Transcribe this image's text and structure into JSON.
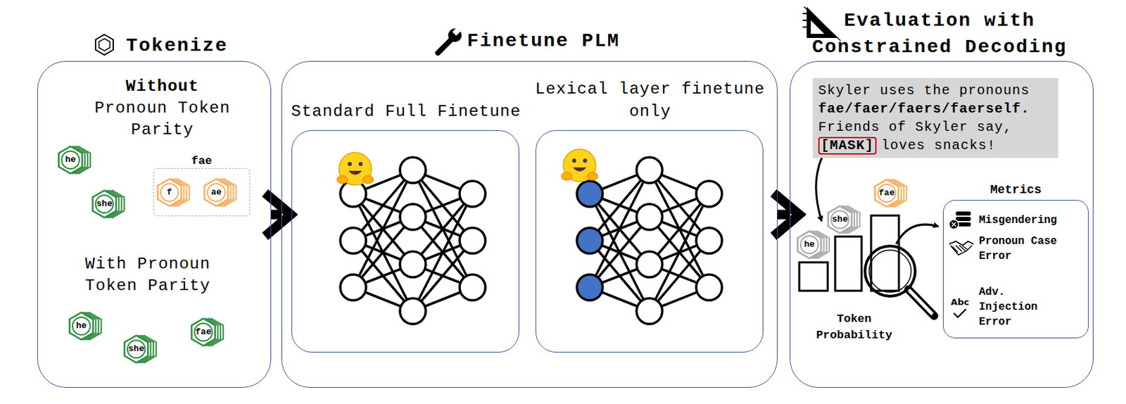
{
  "diagram": {
    "nodes": [
      {
        "text": [
          "Tokenize",
          "Without Pronoun Token Parity",
          "With Pronoun Token Parity"
        ]
      },
      {
        "text": [
          "he"
        ],
        "in": 0
      },
      {
        "text": [
          "she"
        ],
        "in": 0
      },
      {
        "text": [
          "fae"
        ],
        "in": 0
      },
      {
        "text": [
          "f"
        ],
        "in": 3
      },
      {
        "text": [
          "ae"
        ],
        "in": 3
      },
      {
        "text": [
          "he"
        ],
        "in": 0
      },
      {
        "text": [
          "she"
        ],
        "in": 0
      },
      {
        "text": [
          "fae"
        ],
        "in": 0
      },
      {
        "text": [
          "Finetune PLM"
        ]
      },
      {
        "text": [
          "Standard Full Finetune"
        ],
        "in": 9
      },
      {
        "text": [
          "Lexical layer finetune only"
        ],
        "in": 9
      },
      {
        "text": [
          "Evaluation with Constrained Decoding"
        ]
      },
      {
        "text": [
          "Skyler uses the pronouns",
          "fae/faer/faers/faerself.",
          "Friends of Skyler say,",
          "loves snacks!"
        ],
        "in": 12
      },
      {
        "text": [
          "[MASK]"
        ],
        "in": 13
      },
      {
        "text": [
          "he"
        ],
        "in": 12
      },
      {
        "text": [
          "she"
        ],
        "in": 12
      },
      {
        "text": [
          "fae"
        ],
        "in": 12
      },
      {
        "text": [
          "Metrics",
          "Misgendering",
          "Pronoun Case Error",
          "Adv. Injection Error"
        ],
        "in": 12
      }
    ],
    "edges": [
      {
        "from": 0,
        "to": 9,
        "arrow": "to"
      },
      {
        "from": 9,
        "to": 12,
        "arrow": "to"
      }
    ],
    "labels": [
      "Token Probability",
      "Abc"
    ]
  }
}
